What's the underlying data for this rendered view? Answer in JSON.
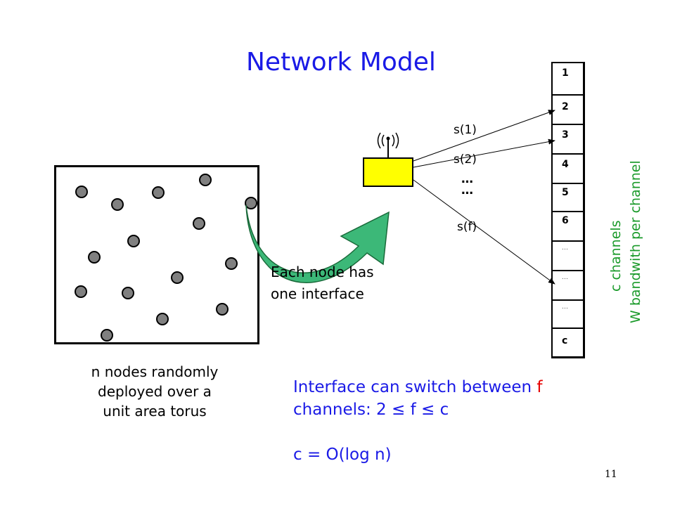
{
  "slide": {
    "title": "Network Model",
    "page_number": "11",
    "caption_nodes": [
      "n nodes randomly",
      "deployed over a",
      "unit area torus"
    ],
    "caption_interface": [
      "Each node has",
      "one interface"
    ],
    "switch_labels": [
      "s(1)",
      "s(2)",
      "…",
      "…",
      "s(f)"
    ],
    "channels": [
      "1",
      "2",
      "3",
      "4",
      "5",
      "6",
      "…",
      "…",
      "…",
      "c"
    ],
    "side_text": [
      "c  channels",
      "W bandwith per channel"
    ],
    "main_text": {
      "line1_pre": "Interface can switch between ",
      "line1_f": "f",
      "line2": "channels:  2 ≤ f ≤ c",
      "line3": "c = O(log n)"
    },
    "colors": {
      "title": "#1a1ae6",
      "accent_f": "#e60000",
      "side_text": "#1a9a2a",
      "arrow_fill": "#3cb878",
      "radio_box": "#ffff00",
      "node_fill": "#808080"
    },
    "icons": [
      "antenna-icon",
      "curved-arrow-icon"
    ]
  }
}
